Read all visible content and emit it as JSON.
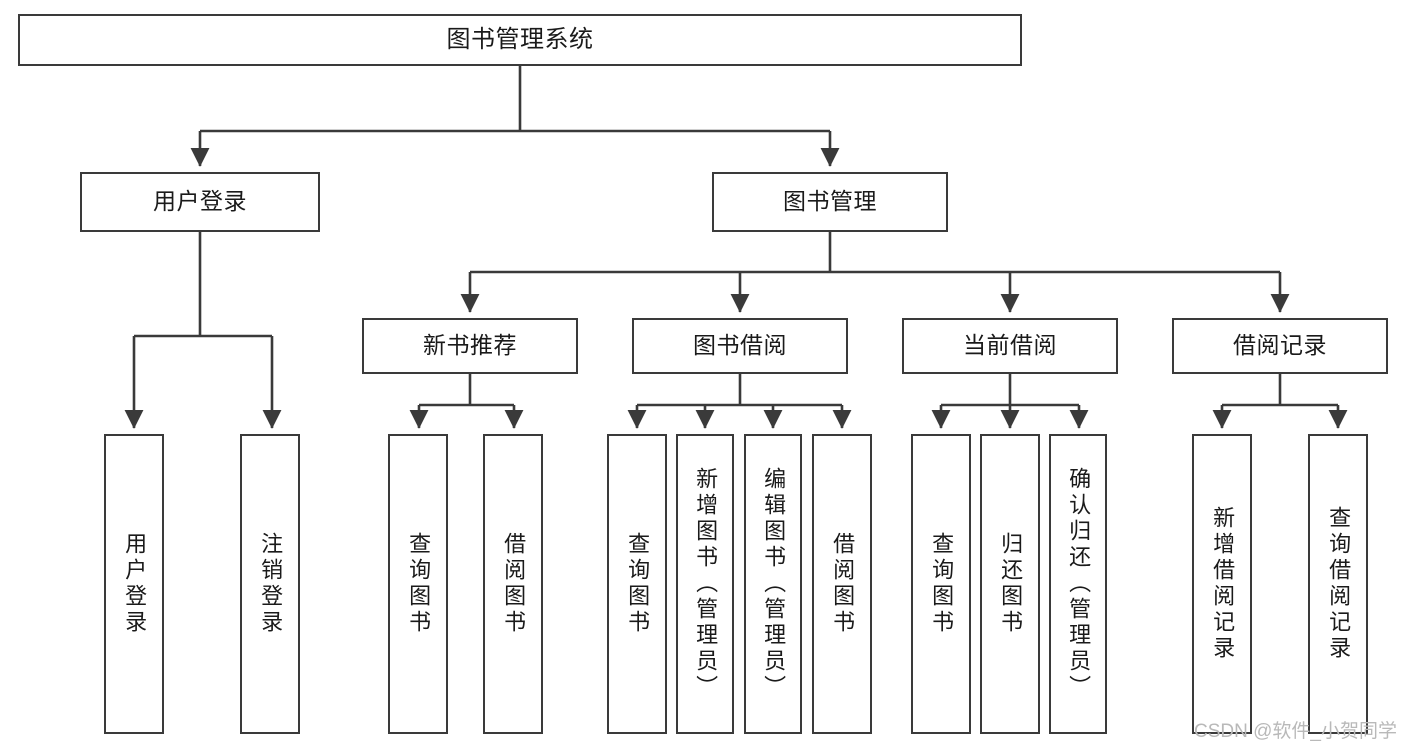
{
  "diagram": {
    "title": "图书管理系统",
    "type": "functional-structure-tree",
    "root": {
      "label": "图书管理系统"
    },
    "level2": [
      {
        "label": "用户登录"
      },
      {
        "label": "图书管理"
      }
    ],
    "level3": [
      {
        "label": "新书推荐"
      },
      {
        "label": "图书借阅"
      },
      {
        "label": "当前借阅"
      },
      {
        "label": "借阅记录"
      }
    ],
    "leaves": [
      {
        "label": "用户登录"
      },
      {
        "label": "注销登录"
      },
      {
        "label": "查询图书"
      },
      {
        "label": "借阅图书"
      },
      {
        "label": "查询图书"
      },
      {
        "label": "新增图书（管理员）"
      },
      {
        "label": "编辑图书（管理员）"
      },
      {
        "label": "借阅图书"
      },
      {
        "label": "查询图书"
      },
      {
        "label": "归还图书"
      },
      {
        "label": "确认归还（管理员）"
      },
      {
        "label": "新增借阅记录"
      },
      {
        "label": "查询借阅记录"
      }
    ]
  },
  "watermark": {
    "text": "CSDN @软件_小贺同学"
  },
  "colors": {
    "border": "#3a3a3a",
    "edge": "#3a3a3a",
    "background": "#ffffff",
    "text": "#1a1a1a",
    "watermark": "#b9b9b9"
  }
}
